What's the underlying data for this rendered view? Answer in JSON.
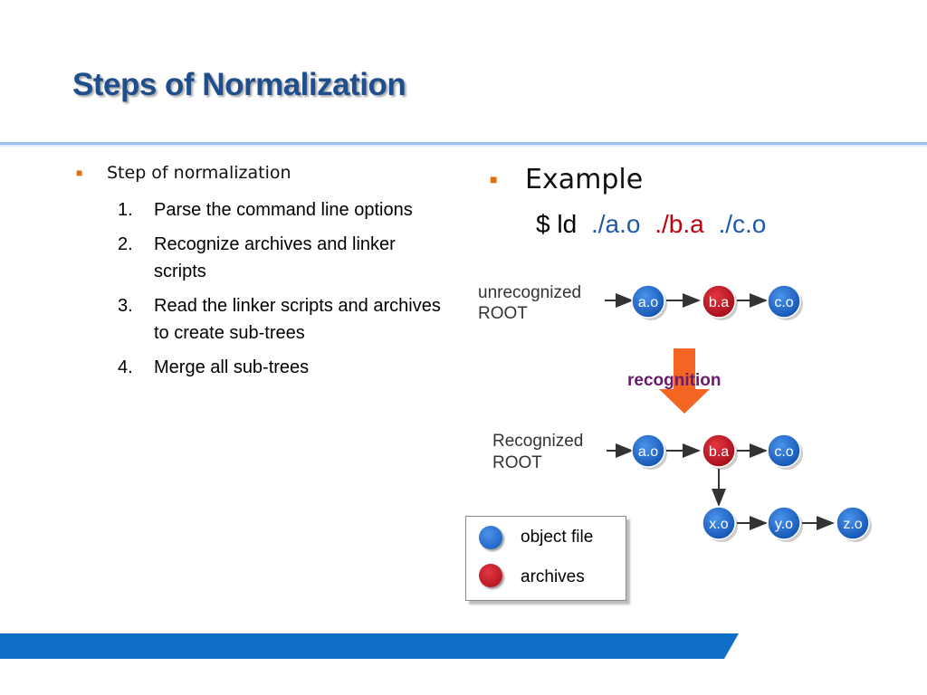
{
  "slide": {
    "title": "Steps of Normalization"
  },
  "left": {
    "heading": "Step of normalization",
    "steps": [
      {
        "num": "1.",
        "text": "Parse the command line options"
      },
      {
        "num": "2.",
        "text": "Recognize archives and linker scripts"
      },
      {
        "num": "3.",
        "text": "Read the linker scripts and archives to create sub-trees"
      },
      {
        "num": "4.",
        "text": "Merge all sub-trees"
      }
    ]
  },
  "right": {
    "heading": "Example",
    "command": {
      "prefix": "$ ld",
      "arg1": "./a.o",
      "arg2": "./b.a",
      "arg3": "./c.o"
    }
  },
  "diagram": {
    "top_label_line1": "unrecognized",
    "top_label_line2": "ROOT",
    "top_nodes": [
      "a.o",
      "b.a",
      "c.o"
    ],
    "arrow_label": "recognition",
    "bottom_label_line1": "Recognized",
    "bottom_label_line2": "ROOT",
    "bottom_nodes": [
      "a.o",
      "b.a",
      "c.o"
    ],
    "sub_nodes": [
      "x.o",
      "y.o",
      "z.o"
    ]
  },
  "legend": {
    "object_label": "object file",
    "archive_label": "archives"
  },
  "colors": {
    "object_blue": "#1e6fd6",
    "archive_red": "#c8102e",
    "arrow_orange": "#f26522",
    "recognition_purple": "#6a1b6e",
    "footer_blue": "#0f6fc6",
    "title_blue": "#1f4e8c"
  }
}
